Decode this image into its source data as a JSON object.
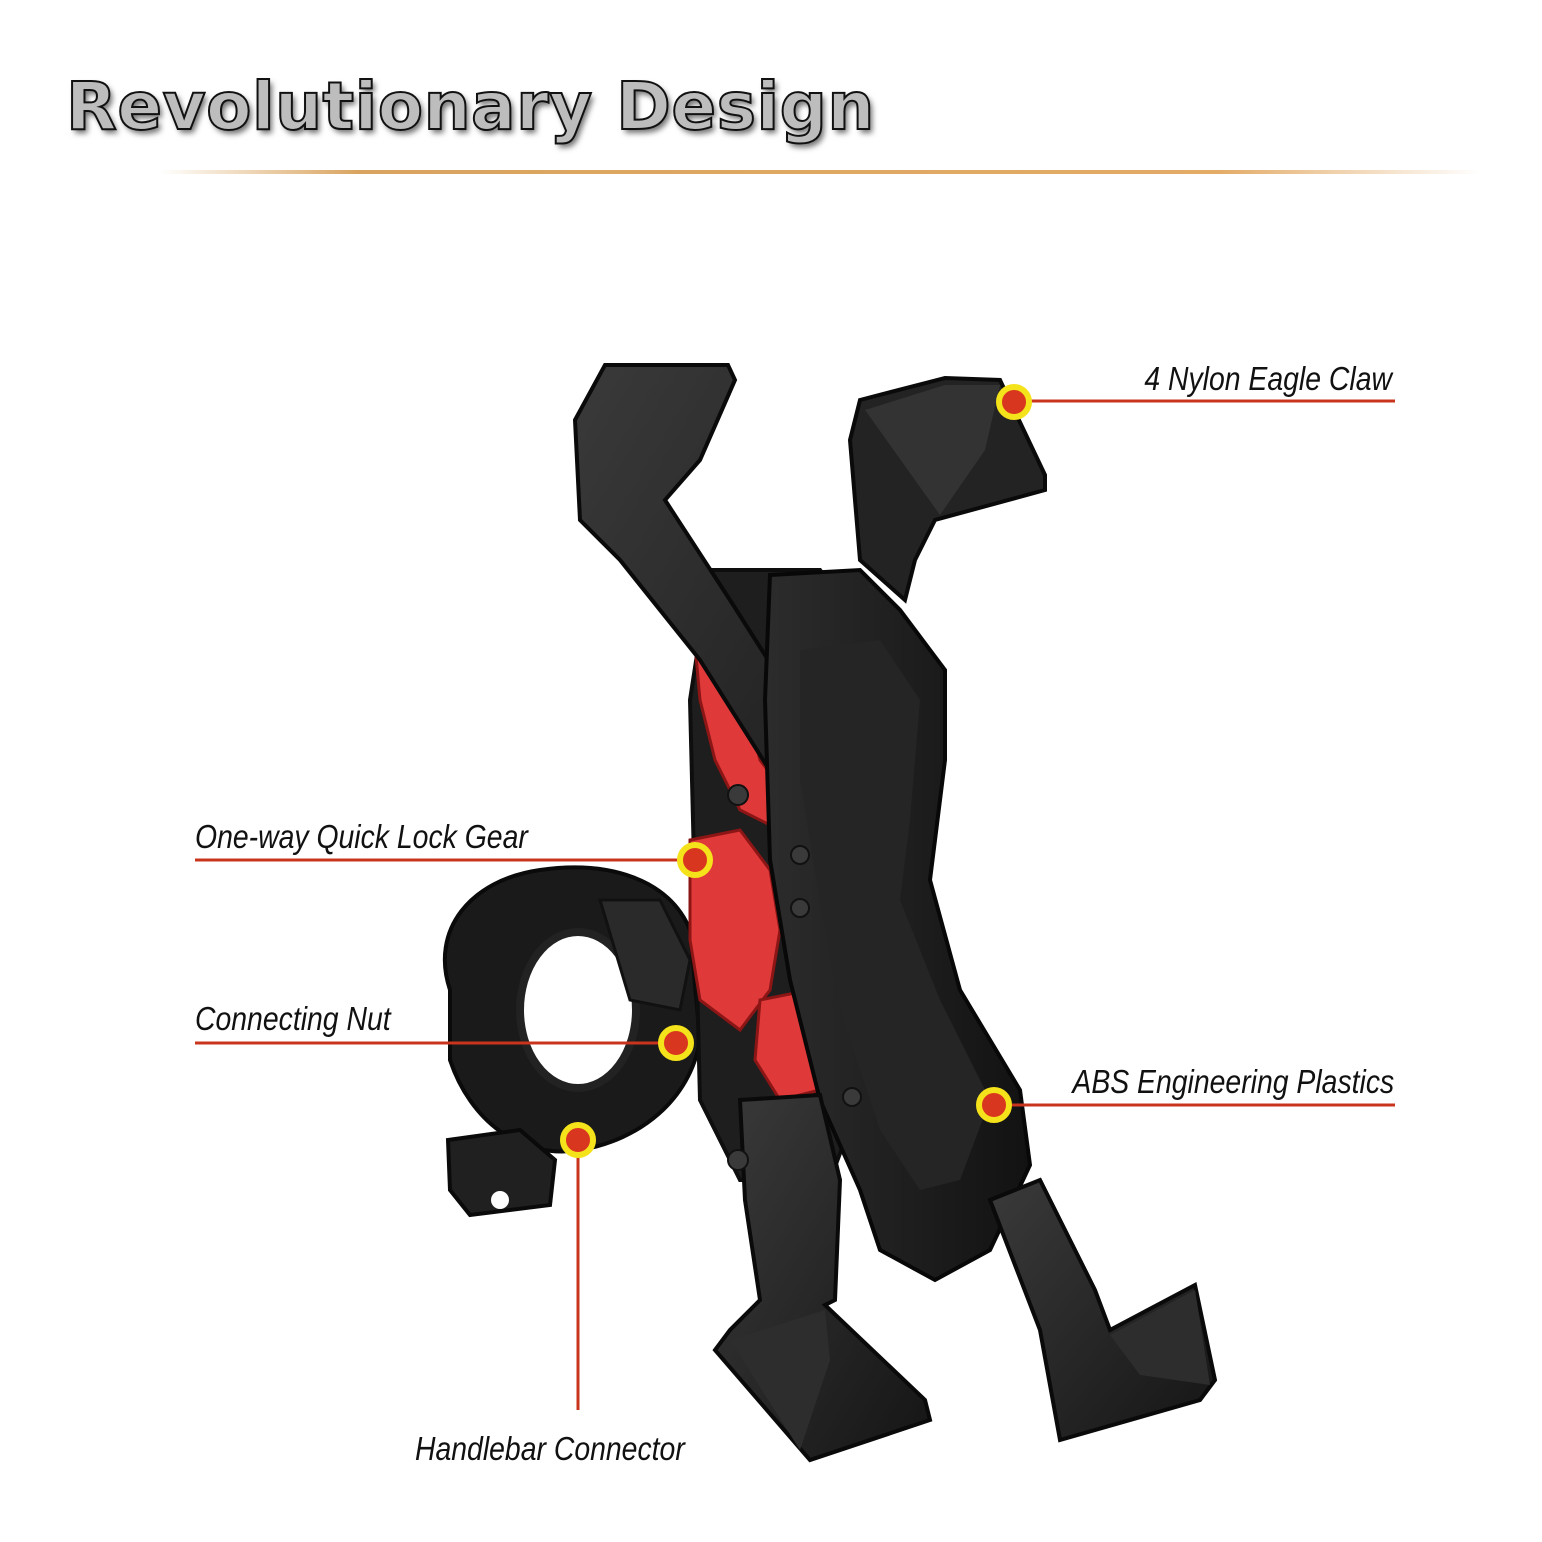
{
  "header": {
    "title": "Revolutionary Design"
  },
  "callouts": {
    "eagle_claw": "4 Nylon Eagle Claw",
    "quick_lock_gear": "One-way Quick Lock Gear",
    "connecting_nut": "Connecting Nut",
    "abs_plastics": "ABS Engineering Plastics",
    "handlebar_connector": "Handlebar Connector"
  },
  "colors": {
    "callout_line": "#c8341c",
    "callout_dot_fill": "#d9361f",
    "callout_dot_ring": "#f4e21a",
    "divider": "#d9a45f",
    "body": "#1b1b1b",
    "gear": "#e0393a"
  }
}
